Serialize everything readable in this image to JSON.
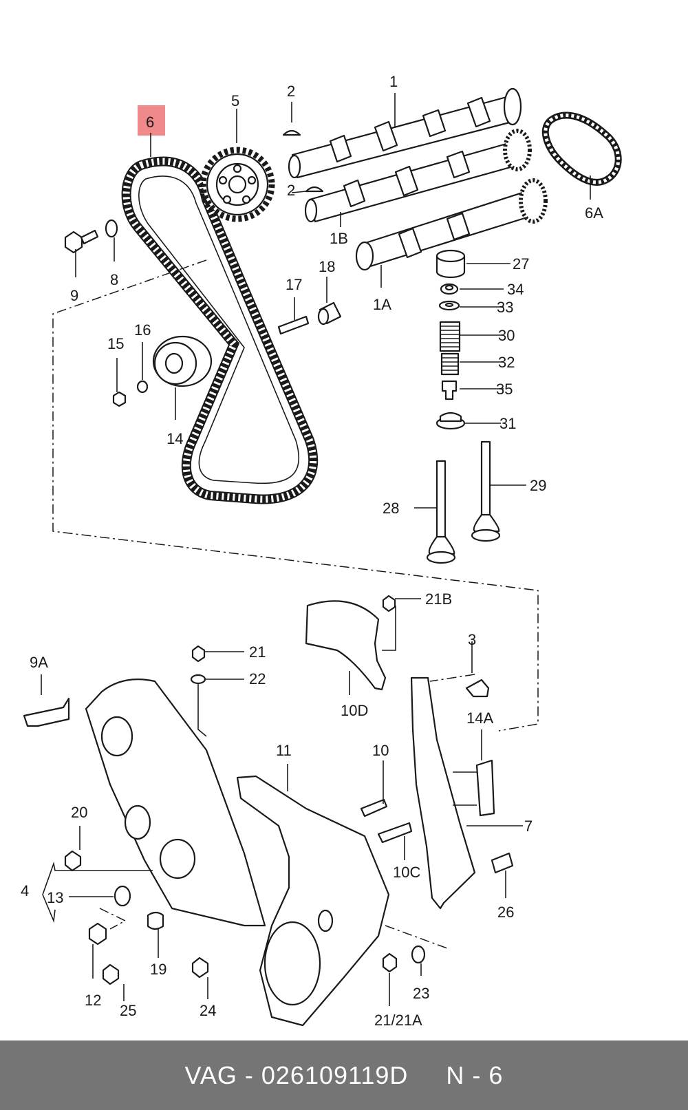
{
  "diagram": {
    "highlight_color": "#f08a8a",
    "highlighted_callout": "6",
    "callouts": {
      "c1": "1",
      "c1A": "1A",
      "c1B": "1B",
      "c2a": "2",
      "c2b": "2",
      "c3": "3",
      "c4": "4",
      "c5": "5",
      "c6": "6",
      "c6A": "6A",
      "c7": "7",
      "c8": "8",
      "c9": "9",
      "c9A": "9A",
      "c10": "10",
      "c10C": "10C",
      "c10D": "10D",
      "c11": "11",
      "c12": "12",
      "c13": "13",
      "c14": "14",
      "c14A": "14A",
      "c15": "15",
      "c16": "16",
      "c17": "17",
      "c18": "18",
      "c19": "19",
      "c20": "20",
      "c21": "21",
      "c21A": "21/21A",
      "c21B": "21B",
      "c22": "22",
      "c23": "23",
      "c24": "24",
      "c25": "25",
      "c26": "26",
      "c27": "27",
      "c28": "28",
      "c29": "29",
      "c30": "30",
      "c31": "31",
      "c32": "32",
      "c33": "33",
      "c34": "34",
      "c35": "35"
    }
  },
  "footer": {
    "text": "VAG - 026109119D     N - 6",
    "background": "#757575"
  }
}
